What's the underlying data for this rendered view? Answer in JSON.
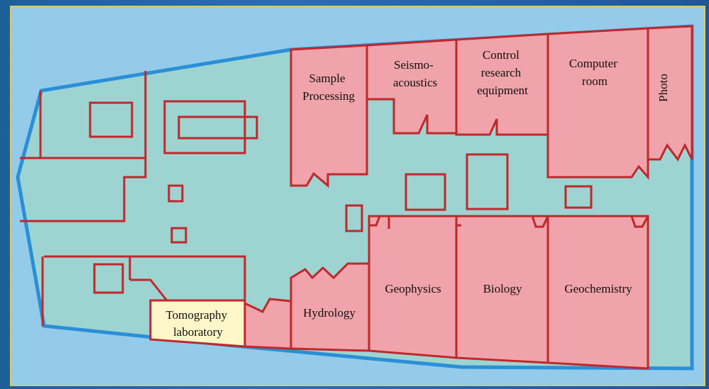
{
  "rooms": {
    "sample_processing": [
      "Sample",
      "Processing"
    ],
    "seismo_acoustics": [
      "Seismo-",
      "acoustics"
    ],
    "control_research": [
      "Control",
      "research",
      "equipment"
    ],
    "computer_room": [
      "Computer",
      "room"
    ],
    "photo": "Photo",
    "geophysics": "Geophysics",
    "biology": "Biology",
    "geochemistry": "Geochemistry",
    "hydrology": "Hydrology",
    "tomography": [
      "Tomography",
      "laboratory"
    ]
  },
  "colors": {
    "background": "#1f5a96",
    "floor": "#9dd4d2",
    "outline": "#2a8fd6",
    "wall": "#c0282b",
    "highlight_room": "#f0a3aa",
    "tomography_room": "#fdf6c8"
  }
}
